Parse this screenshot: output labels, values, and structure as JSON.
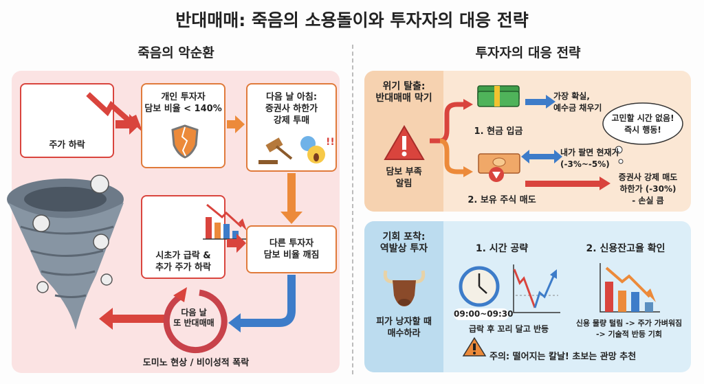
{
  "title": "반대매매: 죽음의 소용돌이와 투자자의 대응 전략",
  "left": {
    "heading": "죽음의 악순환",
    "boxes": [
      {
        "lines": [
          "주가 하락"
        ]
      },
      {
        "lines": [
          "개인 투자자",
          "담보 비율 < 140%"
        ]
      },
      {
        "lines": [
          "다음 날 아침:",
          "증권사 하한가",
          "강제 투매"
        ]
      },
      {
        "lines": [
          "시초가 급락 &",
          "추가 주가 하락"
        ]
      },
      {
        "lines": [
          "다른 투자자",
          "담보 비율 깨짐"
        ]
      }
    ],
    "cycle": [
      "다음 날",
      "또 반대매매"
    ],
    "caption": "도미노 현상 / 비이성적 폭락"
  },
  "right": {
    "heading": "투자자의 대응 전략",
    "escape": {
      "title": [
        "위기 탈출:",
        "반대매매 막기"
      ],
      "alert": [
        "담보 부족",
        "알림"
      ],
      "opt1": "1. 현금 입금",
      "opt1_note": [
        "가장 확실,",
        "예수금 채우기"
      ],
      "opt2": "2. 보유 주식 매도",
      "opt2_note": [
        "내가 팔면 현재가",
        "(-3%~-5%)"
      ],
      "forced": [
        "증권사 강제 매도",
        "하한가 (-30%)",
        "- 손실 큼"
      ],
      "bubble": [
        "고민할 시간 없음!",
        "즉시 행동!"
      ]
    },
    "opportunity": {
      "title": [
        "기회 포착:",
        "역발상 투자"
      ],
      "bull_caption": [
        "피가 낭자할 때",
        "매수하라"
      ],
      "s1_title": "1. 시간 공략",
      "s1_time": "09:00~09:30",
      "s1_caption": "급락 후 꼬리 달고 반등",
      "s2_title": "2. 신용잔고율 확인",
      "s2_caption": [
        "신용 물량 털림 -> 주가 가벼워짐",
        "-> 기술적 반등 기회"
      ],
      "warning": "주의: 떨어지는 칼날! 초보는 관망 추천"
    }
  },
  "colors": {
    "red": "#d9443d",
    "orange": "#ec8a3a",
    "blue": "#3d7cc9",
    "pink_panel": "#fbe3e3",
    "peach_panel": "#fbe7d4",
    "blue_panel": "#dcEEF8"
  }
}
